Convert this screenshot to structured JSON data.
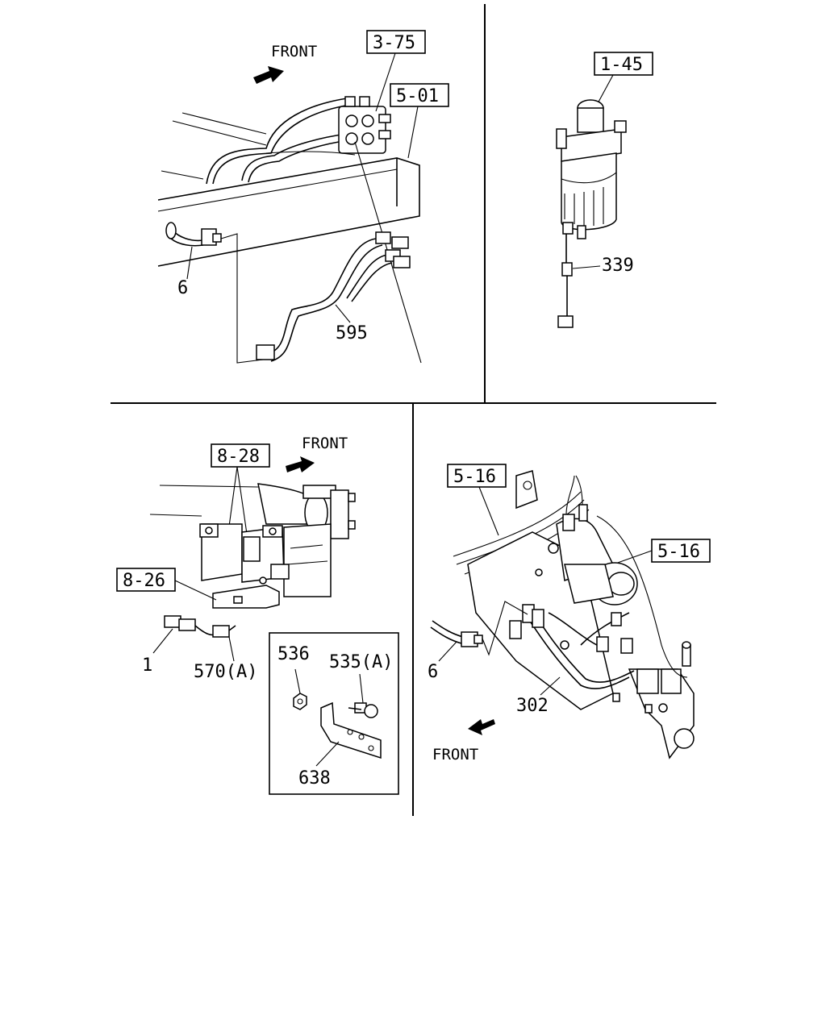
{
  "top_left": {
    "front": "FRONT",
    "ref_a": "3-75",
    "ref_b": "5-01",
    "part_6": "6",
    "part_595": "595"
  },
  "top_right": {
    "ref": "1-45",
    "part_339": "339"
  },
  "bottom_left": {
    "front": "FRONT",
    "ref_a": "8-28",
    "ref_b": "8-26",
    "part_1": "1",
    "part_570a": "570(A)",
    "inset": {
      "part_536": "536",
      "part_535a": "535(A)",
      "part_638": "638"
    }
  },
  "bottom_right": {
    "ref_a": "5-16",
    "ref_b": "5-16",
    "part_6": "6",
    "part_302": "302",
    "front": "FRONT"
  }
}
